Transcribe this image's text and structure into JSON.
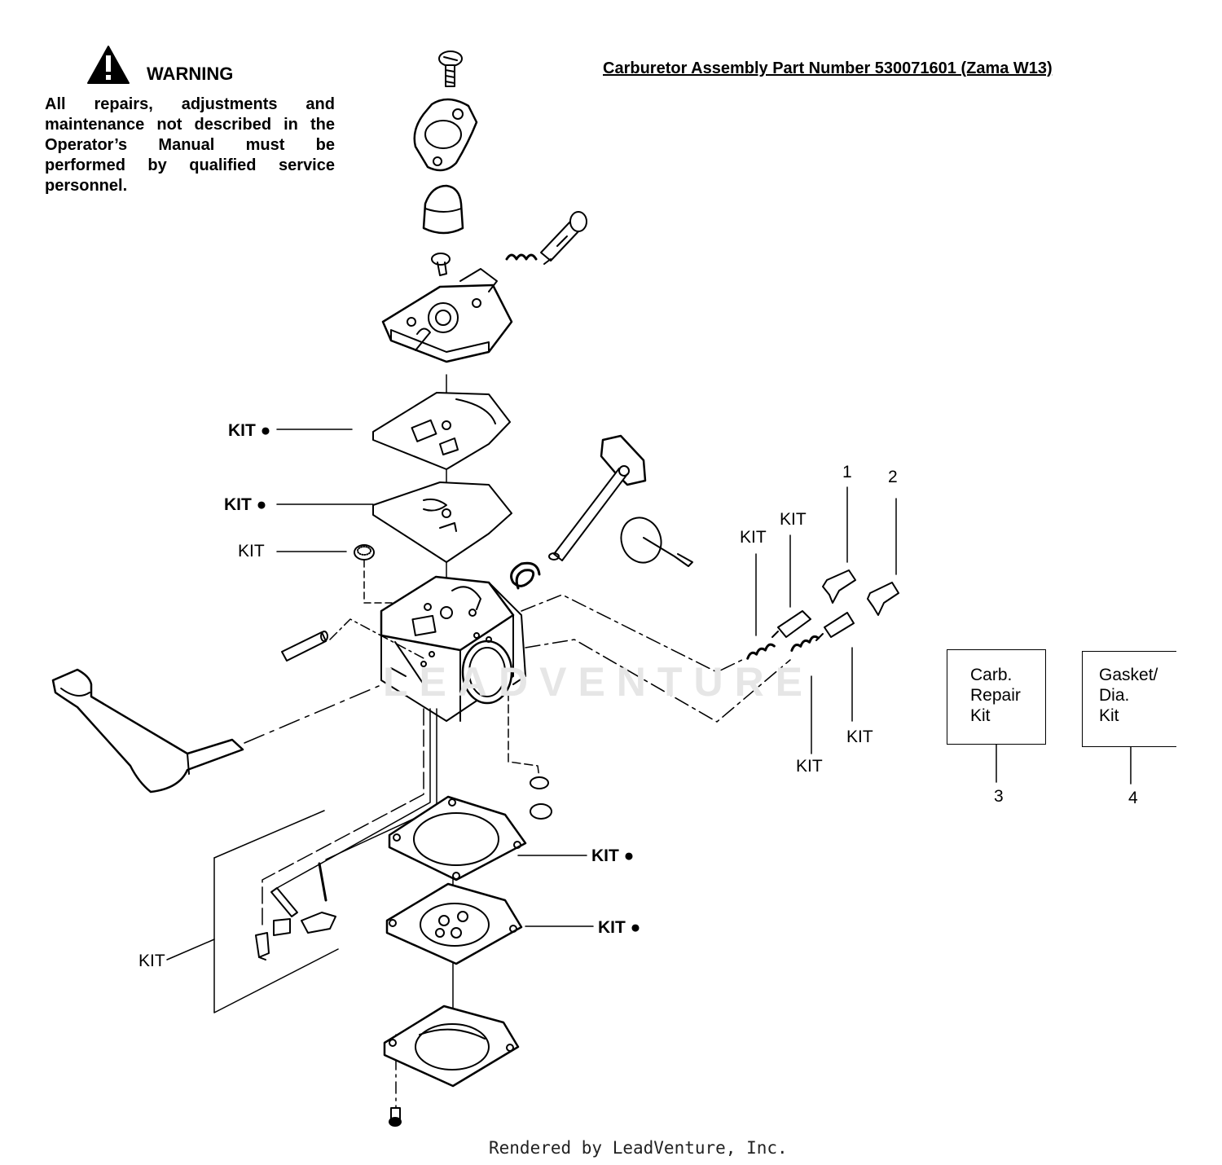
{
  "warning": {
    "title": "WARNING",
    "text": "All repairs, adjustments and maintenance not described in the Operator’s Manual must be performed by qualified service personnel."
  },
  "title": "Carburetor Assembly Part Number 530071601  (Zama W13)",
  "labels": {
    "kit_bold": "KIT ●",
    "kit": "KIT"
  },
  "callouts": [
    "1",
    "2",
    "3",
    "4"
  ],
  "kits": {
    "carb_repair": [
      "Carb.",
      "Repair",
      "Kit"
    ],
    "gasket": [
      "Gasket/",
      "Dia.",
      "Kit"
    ]
  },
  "watermark": "LEADVENTURE",
  "footer": "Rendered by LeadVenture, Inc."
}
